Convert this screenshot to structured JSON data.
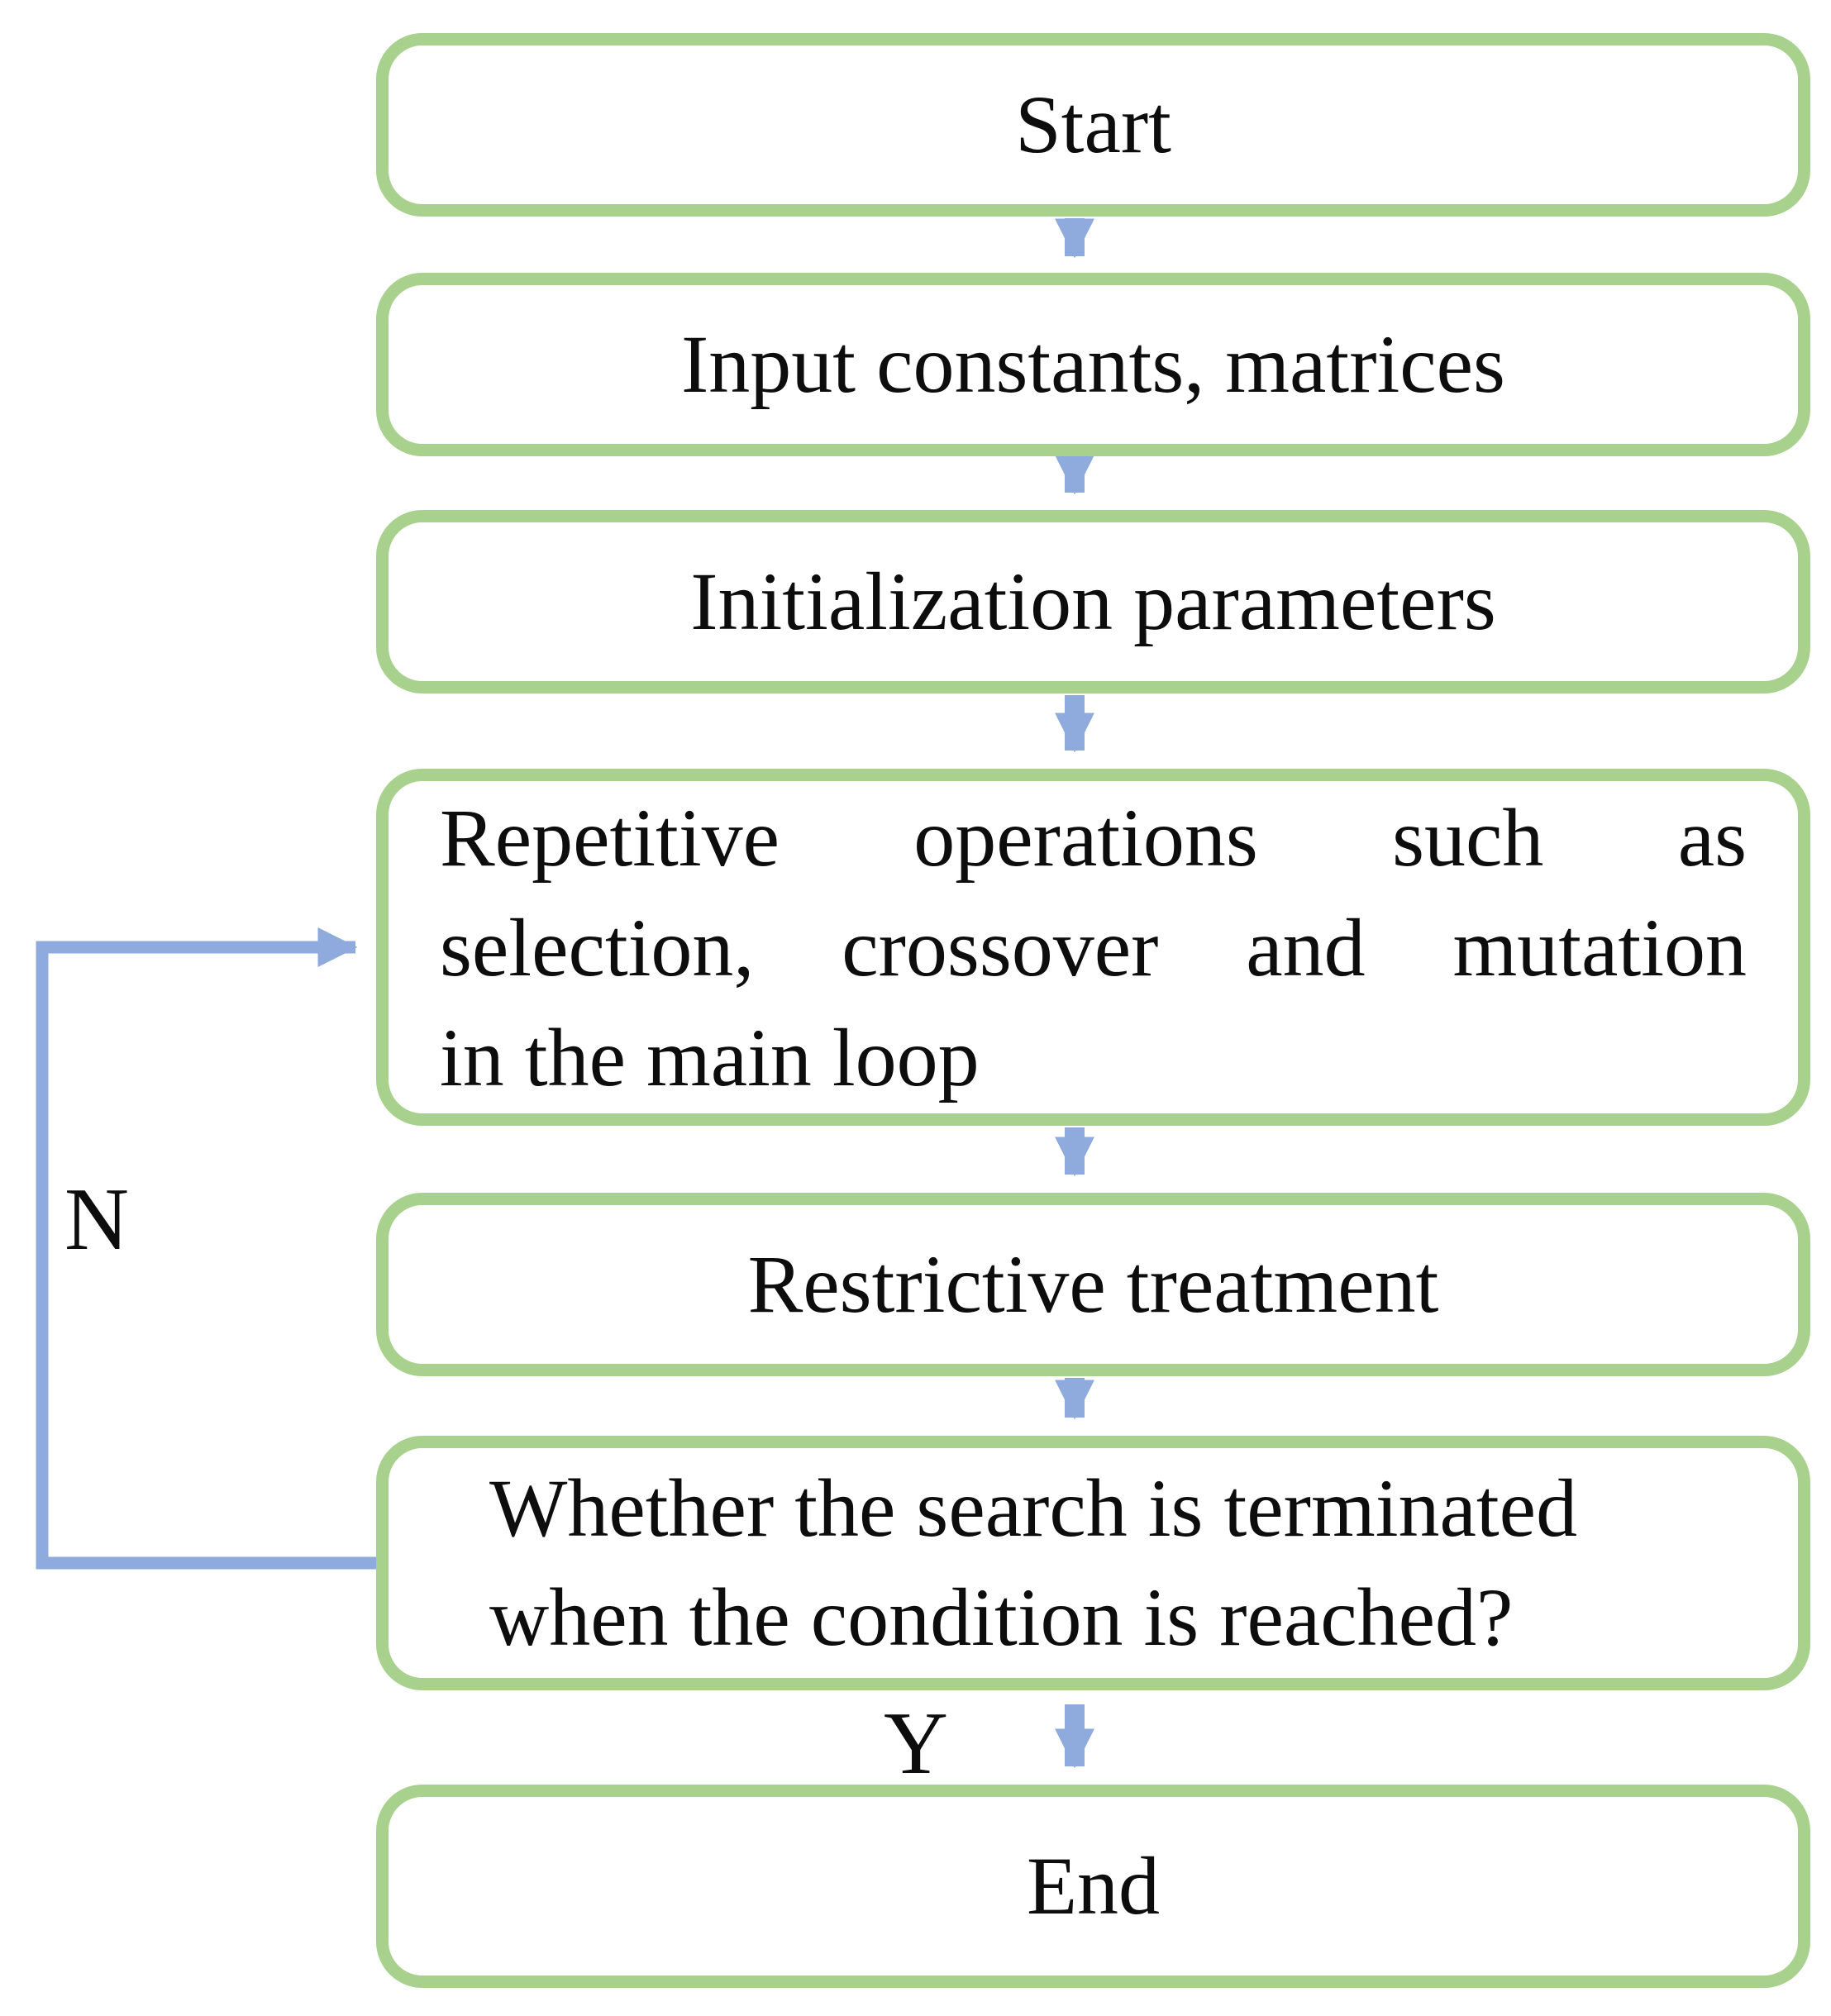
{
  "figure": {
    "kind": "flowchart",
    "description": "Genetic-algorithm style search procedure flowchart"
  },
  "colors": {
    "box_border": "#A9D18E",
    "connector": "#8FAADC",
    "text": "#0d0d0d",
    "background": "#ffffff"
  },
  "nodes": [
    {
      "id": "start",
      "text": "Start"
    },
    {
      "id": "input",
      "text": "Input constants, matrices"
    },
    {
      "id": "init",
      "text": "Initialization parameters"
    },
    {
      "id": "repetitive",
      "lines": [
        "Repetitive operations such as",
        "selection, crossover and mutation",
        "in the main loop"
      ]
    },
    {
      "id": "restrictive",
      "text": "Restrictive treatment"
    },
    {
      "id": "decision",
      "lines": [
        "Whether the search is terminated",
        "when the condition is reached?"
      ]
    },
    {
      "id": "end",
      "text": "End"
    }
  ],
  "edges": [
    {
      "from": "start",
      "to": "input",
      "label": ""
    },
    {
      "from": "input",
      "to": "init",
      "label": ""
    },
    {
      "from": "init",
      "to": "repetitive",
      "label": ""
    },
    {
      "from": "repetitive",
      "to": "restrictive",
      "label": ""
    },
    {
      "from": "restrictive",
      "to": "decision",
      "label": ""
    },
    {
      "from": "decision",
      "to": "end",
      "label": "Y"
    },
    {
      "from": "decision",
      "to": "repetitive",
      "label": "N"
    }
  ]
}
